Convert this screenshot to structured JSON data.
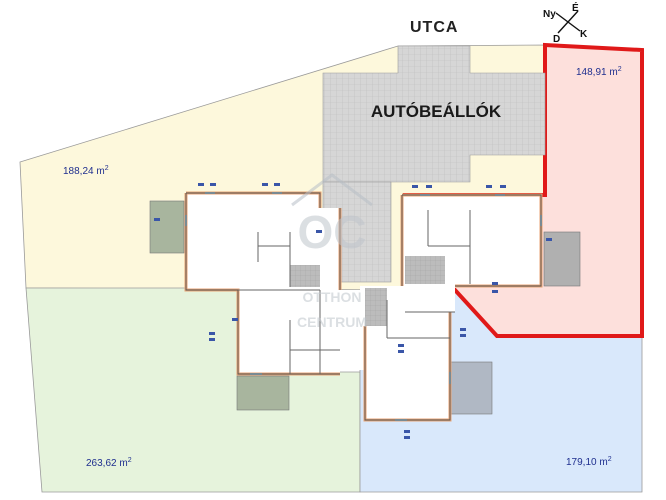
{
  "street_label": "UTCA",
  "parking_label": "AUTÓBEÁLLÓK",
  "compass": {
    "north": "É",
    "west": "Ny",
    "east": "K",
    "south": "D"
  },
  "areas": {
    "plot_top_left": "188,24 m",
    "plot_bottom_left": "263,62 m",
    "plot_bottom_right": "179,10 m",
    "plot_highlighted": "148,91 m"
  },
  "area_unit_exponent": "2",
  "watermark": {
    "logo": "OC",
    "line1": "OTTHON",
    "line2": "CENTRUM"
  },
  "colors": {
    "plot_top_left": "#fdf8dc",
    "plot_bottom_left": "#e6f3dc",
    "plot_bottom_right": "#d9e8fb",
    "plot_highlighted": "#fde0dc",
    "highlight_border": "#e01919",
    "parking": "#d7d7d7",
    "walls": "#e8a374"
  }
}
